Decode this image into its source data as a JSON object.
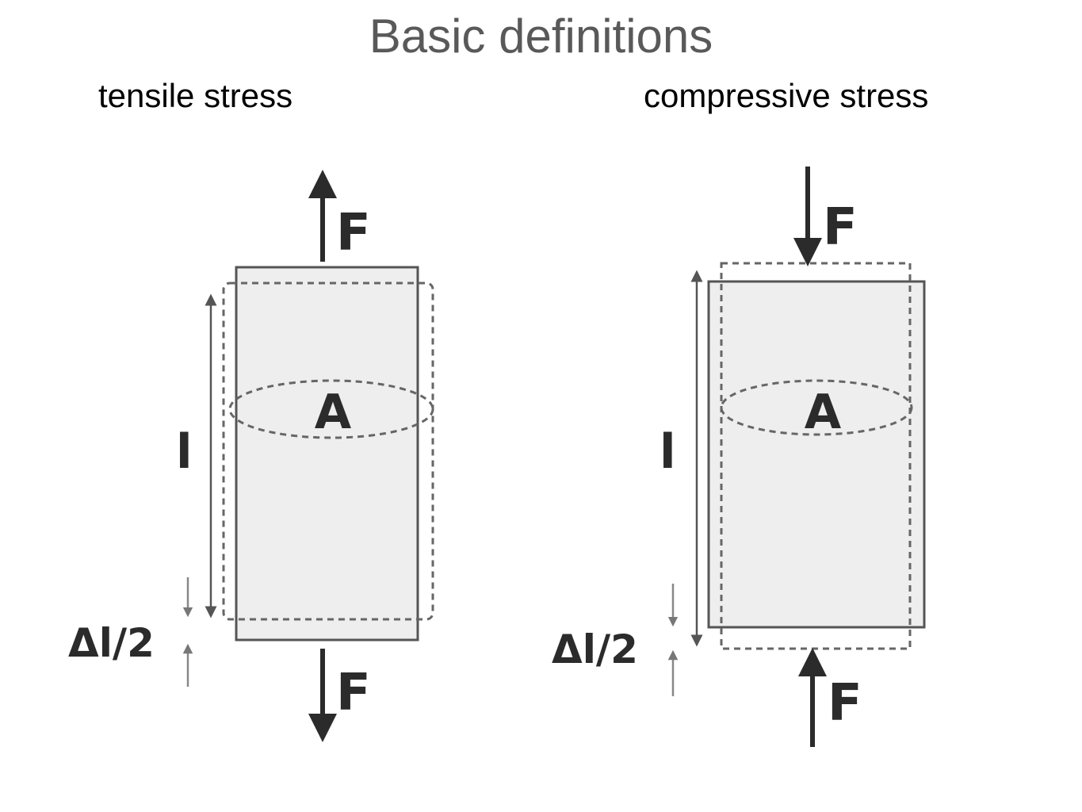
{
  "title": "Basic definitions",
  "panels": [
    {
      "heading": "tensile stress",
      "force_label": "F",
      "area_label": "A",
      "length_label": "l",
      "delta_label": "Δl/2"
    },
    {
      "heading": "compressive stress",
      "force_label": "F",
      "area_label": "A",
      "length_label": "l",
      "delta_label": "Δl/2"
    }
  ],
  "colors": {
    "title": "#595959",
    "heading": "#000000",
    "body_fill": "#eeeeee",
    "outline": "#555555",
    "label": "#2b2b2b"
  }
}
